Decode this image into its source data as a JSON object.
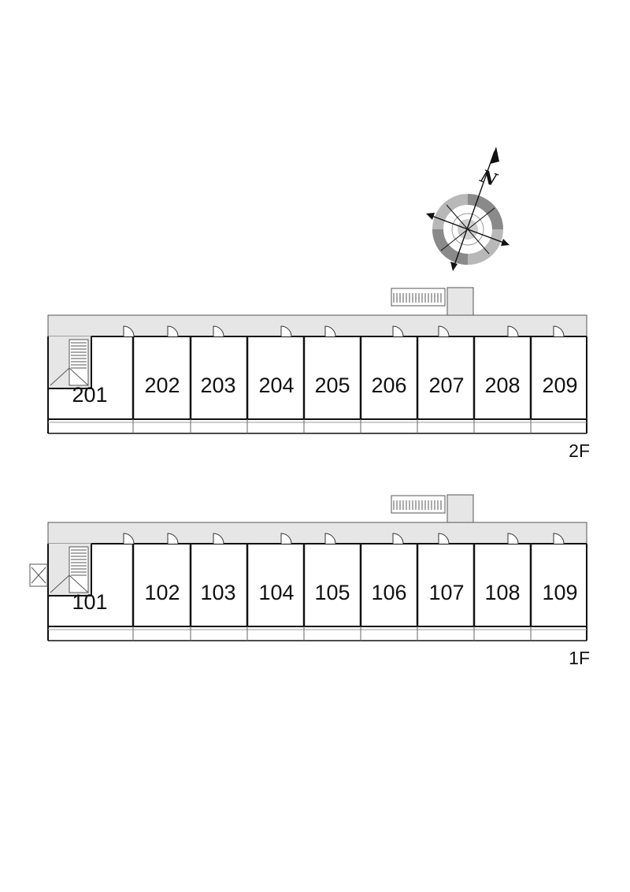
{
  "compass": {
    "label": "N",
    "icon": "compass-rose-icon"
  },
  "floors": [
    {
      "id": "2f",
      "label": "2F",
      "rooms": [
        "201",
        "202",
        "203",
        "204",
        "205",
        "206",
        "207",
        "208",
        "209"
      ]
    },
    {
      "id": "1f",
      "label": "1F",
      "rooms": [
        "101",
        "102",
        "103",
        "104",
        "105",
        "106",
        "107",
        "108",
        "109"
      ]
    }
  ],
  "colors": {
    "corridor": "#e6e6e6",
    "wall": "#111111",
    "compass_ring": "#b8b8b8"
  }
}
